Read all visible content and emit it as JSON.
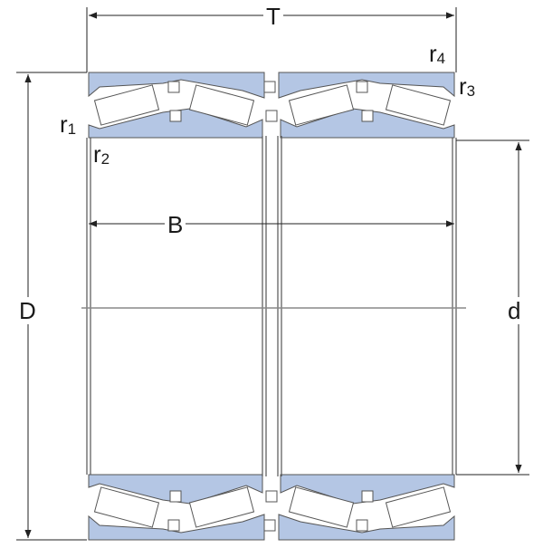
{
  "colors": {
    "ring_fill": "#b4c6e4",
    "roller_fill": "#ffffff",
    "line": "#555555",
    "dim_line": "#222222",
    "centerline": "#888888"
  },
  "labels": {
    "T": "T",
    "B": "B",
    "D": "D",
    "d": "d",
    "r1": {
      "letter": "r",
      "sub": "1"
    },
    "r2": {
      "letter": "r",
      "sub": "2"
    },
    "r3": {
      "letter": "r",
      "sub": "3"
    },
    "r4": {
      "letter": "r",
      "sub": "4"
    }
  }
}
